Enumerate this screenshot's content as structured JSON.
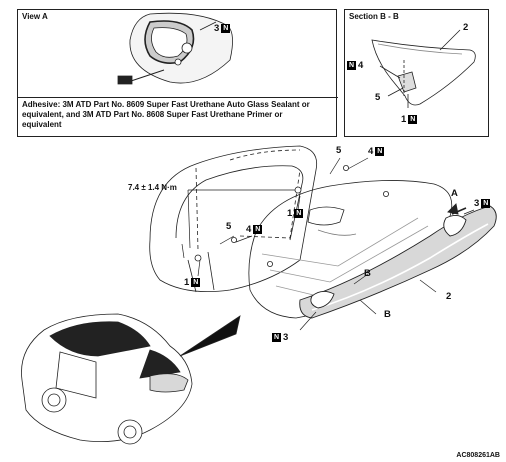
{
  "view_a": {
    "title": "View A",
    "callout_3": "3",
    "adhesive_note": "Adhesive: 3M ATD Part No. 8609 Super Fast Urethane Auto Glass Sealant or equivalent, and 3M ATD Part No. 8608 Super Fast Urethane Primer or equivalent"
  },
  "section_bb": {
    "title": "Section B - B",
    "callout_2": "2",
    "callout_4": "4",
    "callout_5": "5",
    "callout_1": "1"
  },
  "badge_letter": "N",
  "main": {
    "callout_5_top": "5",
    "callout_4_top": "4",
    "torque": "7.4 ± 1.4 N·m",
    "callout_1_center": "1",
    "callout_5_left": "5",
    "callout_4_left": "4",
    "callout_1_left": "1",
    "view_arrow_a": "A",
    "callout_3_right": "3",
    "section_b_upper": "B",
    "section_b_lower": "B",
    "callout_2": "2",
    "callout_3_bottom": "3"
  },
  "figure_code": "AC808261AB"
}
